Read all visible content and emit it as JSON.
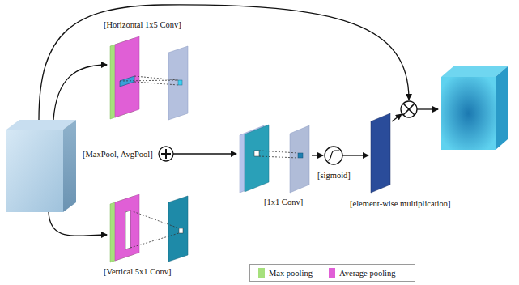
{
  "diagram": {
    "labels": [
      "[Horizontal 1x5 Conv]",
      "[MaxPool, AvgPool]",
      "[Vertical 5x1 Conv]",
      "[1x1 Conv]",
      "[sigmoid]",
      "[element-wise multiplication]"
    ],
    "legend": [
      {
        "text": "Max pooling",
        "color": "#a6e07c"
      },
      {
        "text": "Average pooling",
        "color": "#e05fd6"
      }
    ]
  }
}
